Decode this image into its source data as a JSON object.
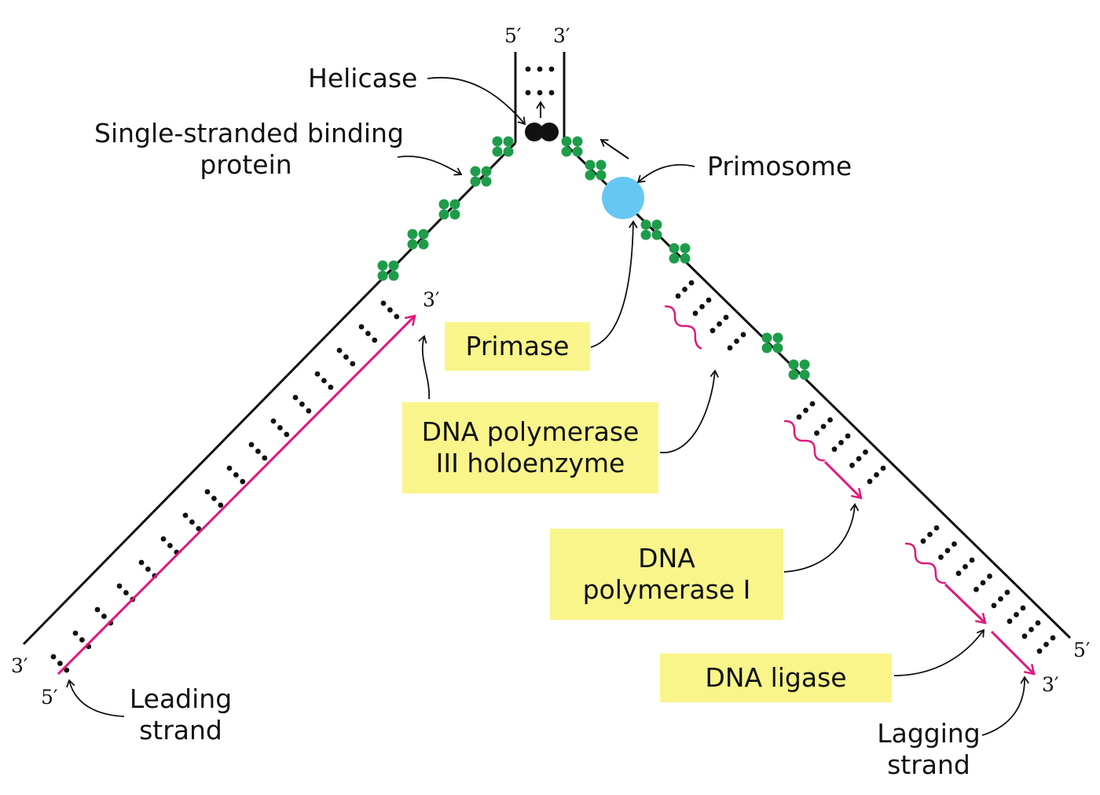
{
  "colors": {
    "strand": "#111111",
    "base_pair_dots": "#111111",
    "ssb_protein": "#1e9c4a",
    "primosome": "#66c8f2",
    "new_strand": "#e0187a",
    "label_box": "#f9f58a"
  },
  "ends": {
    "parent_top_left": "5′",
    "parent_top_right": "3′",
    "leading_template_bottom": "3′",
    "leading_new_bottom": "5′",
    "leading_new_top": "3′",
    "lagging_template_bottom": "5′",
    "lagging_new_bottom": "3′"
  },
  "labels": {
    "helicase": "Helicase",
    "ssb_line1": "Single-stranded binding",
    "ssb_line2": "protein",
    "primosome": "Primosome",
    "primase": "Primase",
    "pol3_line1": "DNA polymerase",
    "pol3_line2": "III holoenzyme",
    "pol1_line1": "DNA",
    "pol1_line2": "polymerase I",
    "ligase": "DNA ligase",
    "leading_line1": "Leading",
    "leading_line2": "strand",
    "lagging_line1": "Lagging",
    "lagging_line2": "strand"
  }
}
